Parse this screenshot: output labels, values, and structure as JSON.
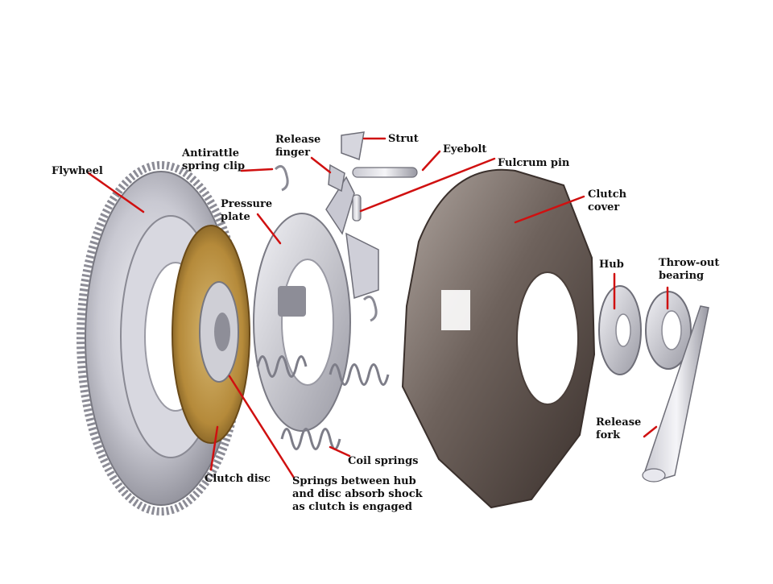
{
  "labels": {
    "flywheel": [
      "Flywheel"
    ],
    "antirattle": [
      "Antirattle",
      "spring clip"
    ],
    "release_finger": [
      "Release",
      "finger"
    ],
    "strut": [
      "Strut"
    ],
    "eyebolt": [
      "Eyebolt"
    ],
    "fulcrum_pin": [
      "Fulcrum pin"
    ],
    "pressure_plate": [
      "Pressure",
      "plate"
    ],
    "clutch_cover": [
      "Clutch",
      "cover"
    ],
    "hub": [
      "Hub"
    ],
    "throwout": [
      "Throw-out",
      "bearing"
    ],
    "release_fork": [
      "Release",
      "fork"
    ],
    "coil_springs": [
      "Coil springs"
    ],
    "clutch_disc": [
      "Clutch disc"
    ],
    "springs_note": [
      "Springs between hub",
      "and disc absorb shock",
      "as clutch is engaged"
    ]
  },
  "colors": {
    "leader": "#d01010",
    "metal_light": "#e6e6ec",
    "metal_mid": "#b7b7c0",
    "metal_dark": "#6f6f78",
    "cover_dark": "#4a3f3a",
    "cover_mid": "#8a7f78",
    "friction": "#b58a3a",
    "spring": "#bdbdc6"
  }
}
